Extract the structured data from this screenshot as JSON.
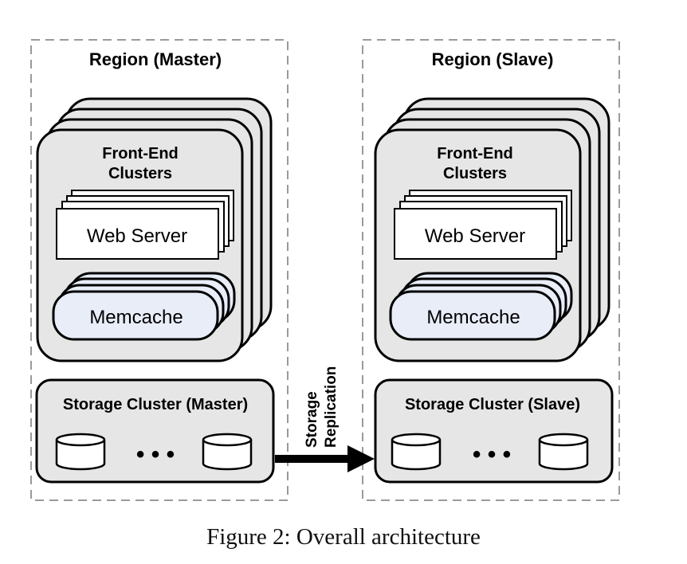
{
  "regions": [
    {
      "title": "Region (Master)",
      "front_end": {
        "line1": "Front-End",
        "line2": "Clusters"
      },
      "web_server": "Web Server",
      "memcache": "Memcache",
      "storage": {
        "title": "Storage Cluster (Master)",
        "ellipsis": "• • •"
      }
    },
    {
      "title": "Region (Slave)",
      "front_end": {
        "line1": "Front-End",
        "line2": "Clusters"
      },
      "web_server": "Web Server",
      "memcache": "Memcache",
      "storage": {
        "title": "Storage Cluster (Slave)",
        "ellipsis": "• • •"
      }
    }
  ],
  "replication": {
    "line1": "Storage",
    "line2": "Replication"
  },
  "caption": "Figure 2: Overall architecture",
  "colors": {
    "cluster_fill": "#e6e6e6",
    "memcache_fill": "#e8edf8",
    "card_fill": "#ffffff",
    "stroke": "#000000",
    "dashed_border": "#9a9a9a"
  }
}
